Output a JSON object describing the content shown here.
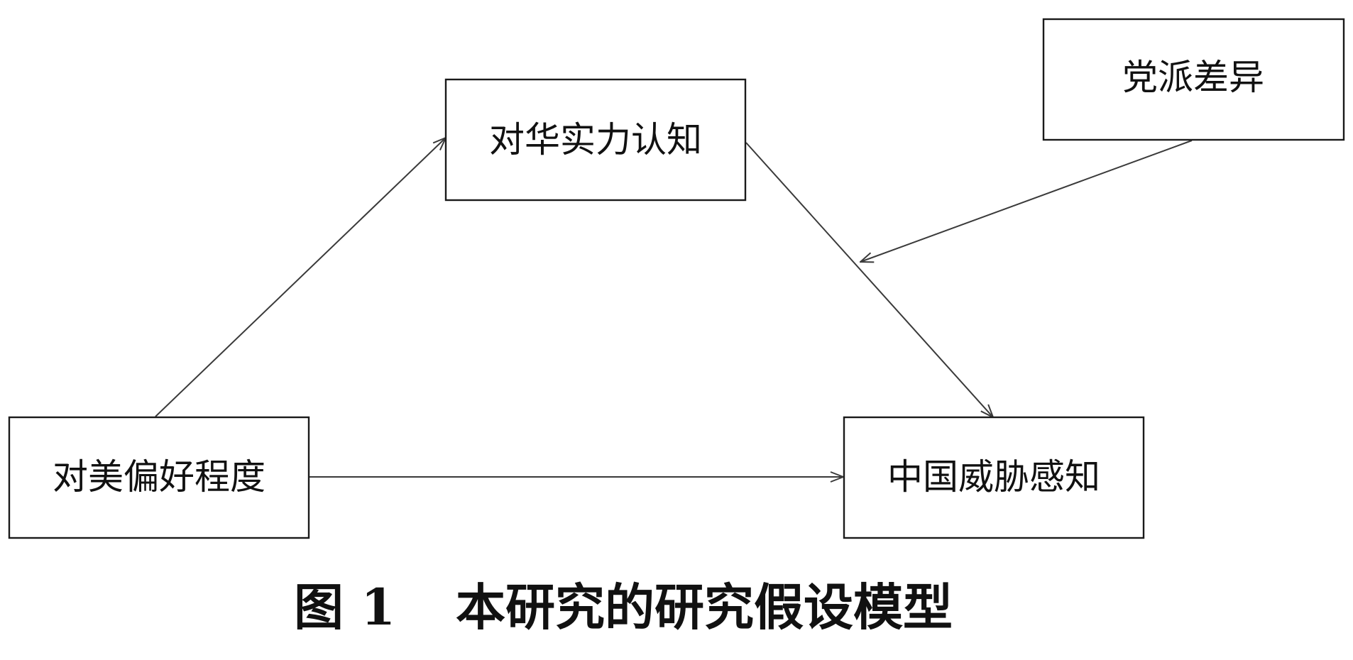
{
  "diagram": {
    "nodes": {
      "mediator": {
        "label": "对华实力认知"
      },
      "moderator": {
        "label": "党派差异"
      },
      "predictor": {
        "label": "对美偏好程度"
      },
      "outcome": {
        "label": "中国威胁感知"
      }
    },
    "caption": {
      "figure_number": "图 1",
      "title": "本研究的研究假设模型"
    }
  },
  "colors": {
    "box_stroke": "#1a1a1a",
    "arrow_stroke": "#3a3a3a",
    "text": "#111111",
    "background": "#ffffff"
  }
}
